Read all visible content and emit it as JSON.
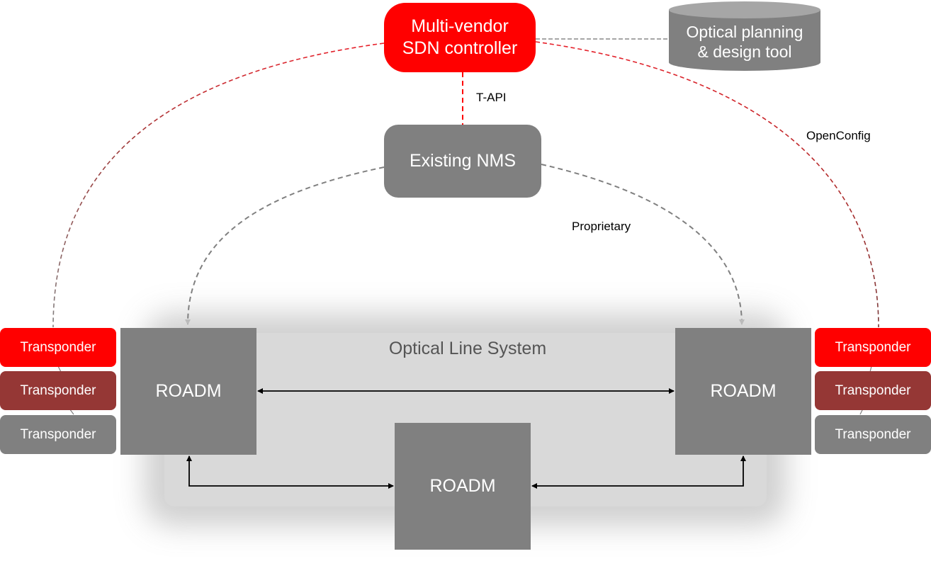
{
  "nodes": {
    "sdn_controller": {
      "label_line1": "Multi-vendor",
      "label_line2": "SDN controller",
      "color": "#ff0000"
    },
    "planning_tool": {
      "label_line1": "Optical planning",
      "label_line2": "& design tool",
      "color": "#808080"
    },
    "nms": {
      "label": "Existing NMS",
      "color": "#808080"
    },
    "optical_line_system": {
      "label": "Optical Line System",
      "color": "#d9d9d9"
    },
    "roadm_left": {
      "label": "ROADM"
    },
    "roadm_right": {
      "label": "ROADM"
    },
    "roadm_center": {
      "label": "ROADM"
    },
    "transponders_left": [
      {
        "label": "Transponder",
        "color": "#ff0000"
      },
      {
        "label": "Transponder",
        "color": "#953735"
      },
      {
        "label": "Transponder",
        "color": "#808080"
      }
    ],
    "transponders_right": [
      {
        "label": "Transponder",
        "color": "#ff0000"
      },
      {
        "label": "Transponder",
        "color": "#953735"
      },
      {
        "label": "Transponder",
        "color": "#808080"
      }
    ]
  },
  "edges": {
    "tapi_label": "T-API",
    "openconfig_label": "OpenConfig",
    "proprietary_label": "Proprietary"
  },
  "colors": {
    "red_dashed": "#e8202a",
    "gray_dashed": "#808080",
    "arrow": "#000000"
  }
}
